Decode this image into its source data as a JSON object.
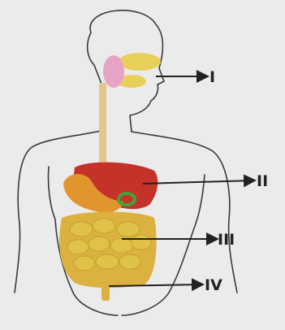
{
  "diagram": {
    "labels": {
      "label_i": "I",
      "label_ii": "II",
      "label_iii": "III",
      "label_iv": "IV"
    },
    "colors": {
      "background": "#ebebeb",
      "outline": "#3a3a3a",
      "mouth": "#e8cf5a",
      "salivary": "#e7a3c5",
      "esophagus": "#e6c58a",
      "liver": "#c4322a",
      "stomach": "#e1952f",
      "gallbladder": "#3fa43a",
      "small_intestine": "#e0c24a",
      "large_intestine": "#dbb23f",
      "arrow": "#222222"
    }
  }
}
